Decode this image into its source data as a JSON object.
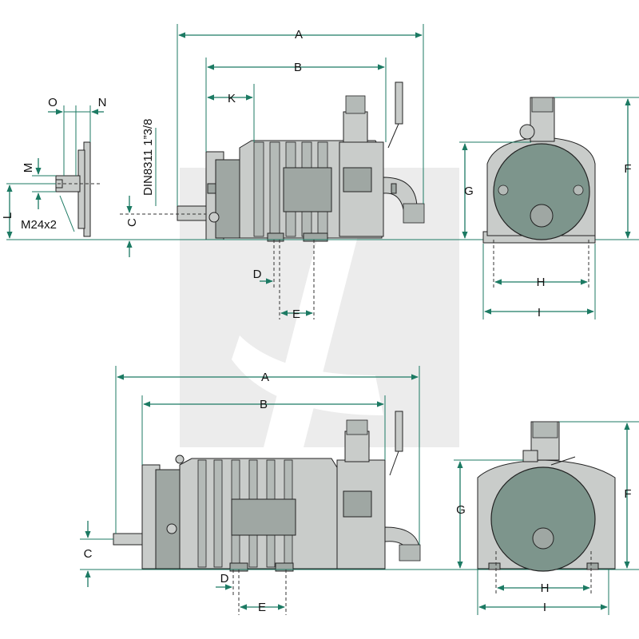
{
  "labels": {
    "A": "A",
    "B": "B",
    "C": "C",
    "D": "D",
    "E": "E",
    "F": "F",
    "G": "G",
    "H": "H",
    "I": "I",
    "K": "K",
    "L": "L",
    "M": "M",
    "N": "N",
    "O": "O",
    "thread": "M24x2",
    "shaft": "DIN8311 1”3/8"
  },
  "colors": {
    "dimension": "#1c7a63",
    "body": "#c9ccca",
    "end_plate": "#7d958c"
  }
}
